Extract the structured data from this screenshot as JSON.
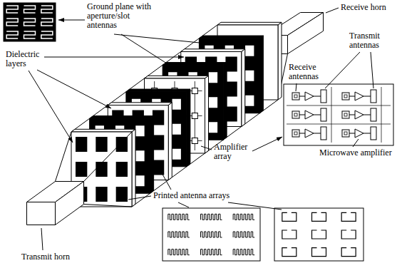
{
  "diagram": {
    "labels": [
      "Receive horn",
      "Ground plane with aperture/slot antennas",
      "Dielectric layers",
      "Transmit antennas",
      "Receive antennas",
      "Amplifier array",
      "Microwave amplifier",
      "Printed antenna arrays",
      "Transmit horn"
    ]
  }
}
